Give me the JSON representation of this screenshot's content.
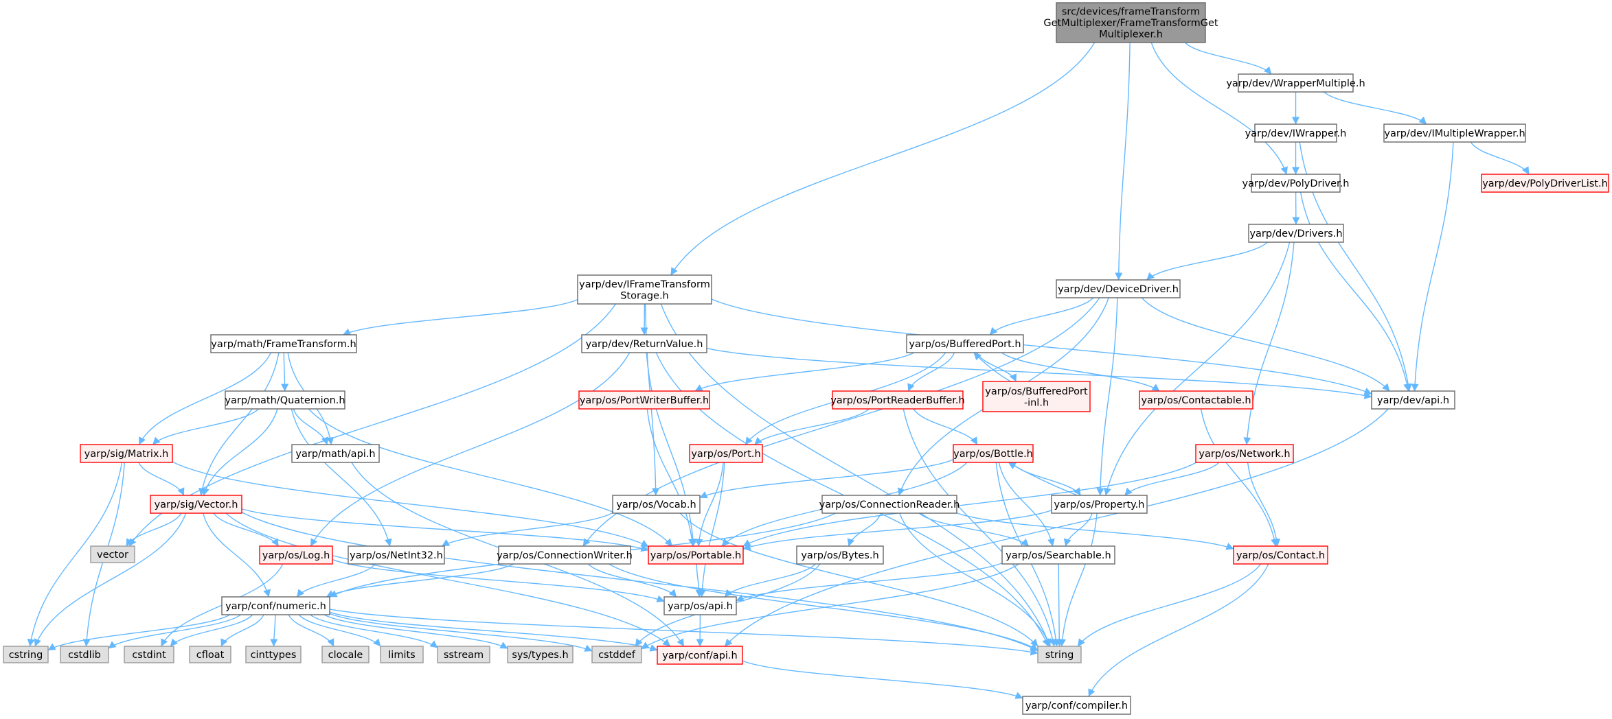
{
  "colors": {
    "edge": "#63b8ff",
    "root_fill": "#999999",
    "root_border": "#666666",
    "normal_fill": "#ffffff",
    "normal_border": "#666666",
    "truncated_fill": "#fff0f0",
    "truncated_border": "#ff0000",
    "external_fill": "#e0e0e0",
    "external_border": "#999999"
  },
  "nodes": [
    {
      "id": "root",
      "lines": [
        "src/devices/frameTransform",
        "GetMultiplexer/FrameTransformGet",
        "Multiplexer.h"
      ],
      "kind": "root"
    },
    {
      "id": "wrapper_multiple",
      "lines": [
        "yarp/dev/WrapperMultiple.h"
      ],
      "kind": "normal"
    },
    {
      "id": "iwrapper",
      "lines": [
        "yarp/dev/IWrapper.h"
      ],
      "kind": "normal"
    },
    {
      "id": "imultiple_wrapper",
      "lines": [
        "yarp/dev/IMultipleWrapper.h"
      ],
      "kind": "normal"
    },
    {
      "id": "polydriverlist",
      "lines": [
        "yarp/dev/PolyDriverList.h"
      ],
      "kind": "truncated"
    },
    {
      "id": "polydriver",
      "lines": [
        "yarp/dev/PolyDriver.h"
      ],
      "kind": "normal"
    },
    {
      "id": "drivers",
      "lines": [
        "yarp/dev/Drivers.h"
      ],
      "kind": "normal"
    },
    {
      "id": "iframe_storage",
      "lines": [
        "yarp/dev/IFrameTransform",
        "Storage.h"
      ],
      "kind": "normal"
    },
    {
      "id": "devicedriver",
      "lines": [
        "yarp/dev/DeviceDriver.h"
      ],
      "kind": "normal"
    },
    {
      "id": "frametransform",
      "lines": [
        "yarp/math/FrameTransform.h"
      ],
      "kind": "normal"
    },
    {
      "id": "returnvalue",
      "lines": [
        "yarp/dev/ReturnValue.h"
      ],
      "kind": "normal"
    },
    {
      "id": "bufferedport",
      "lines": [
        "yarp/os/BufferedPort.h"
      ],
      "kind": "normal"
    },
    {
      "id": "bufferedport_inl",
      "lines": [
        "yarp/os/BufferedPort",
        "-inl.h"
      ],
      "kind": "truncated"
    },
    {
      "id": "quaternion",
      "lines": [
        "yarp/math/Quaternion.h"
      ],
      "kind": "normal"
    },
    {
      "id": "portwriterbuffer",
      "lines": [
        "yarp/os/PortWriterBuffer.h"
      ],
      "kind": "truncated"
    },
    {
      "id": "portreaderbuffer",
      "lines": [
        "yarp/os/PortReaderBuffer.h"
      ],
      "kind": "truncated"
    },
    {
      "id": "contactable",
      "lines": [
        "yarp/os/Contactable.h"
      ],
      "kind": "truncated"
    },
    {
      "id": "dev_api",
      "lines": [
        "yarp/dev/api.h"
      ],
      "kind": "normal"
    },
    {
      "id": "matrix",
      "lines": [
        "yarp/sig/Matrix.h"
      ],
      "kind": "truncated"
    },
    {
      "id": "math_api",
      "lines": [
        "yarp/math/api.h"
      ],
      "kind": "normal"
    },
    {
      "id": "port",
      "lines": [
        "yarp/os/Port.h"
      ],
      "kind": "truncated"
    },
    {
      "id": "bottle",
      "lines": [
        "yarp/os/Bottle.h"
      ],
      "kind": "truncated"
    },
    {
      "id": "network",
      "lines": [
        "yarp/os/Network.h"
      ],
      "kind": "truncated"
    },
    {
      "id": "vector_h",
      "lines": [
        "yarp/sig/Vector.h"
      ],
      "kind": "truncated"
    },
    {
      "id": "vocab",
      "lines": [
        "yarp/os/Vocab.h"
      ],
      "kind": "normal"
    },
    {
      "id": "connectionreader",
      "lines": [
        "yarp/os/ConnectionReader.h"
      ],
      "kind": "normal"
    },
    {
      "id": "property",
      "lines": [
        "yarp/os/Property.h"
      ],
      "kind": "normal"
    },
    {
      "id": "vector_std",
      "lines": [
        "vector"
      ],
      "kind": "external"
    },
    {
      "id": "log",
      "lines": [
        "yarp/os/Log.h"
      ],
      "kind": "truncated"
    },
    {
      "id": "netint32",
      "lines": [
        "yarp/os/NetInt32.h"
      ],
      "kind": "normal"
    },
    {
      "id": "connectionwriter",
      "lines": [
        "yarp/os/ConnectionWriter.h"
      ],
      "kind": "normal"
    },
    {
      "id": "portable",
      "lines": [
        "yarp/os/Portable.h"
      ],
      "kind": "truncated"
    },
    {
      "id": "bytes",
      "lines": [
        "yarp/os/Bytes.h"
      ],
      "kind": "normal"
    },
    {
      "id": "searchable",
      "lines": [
        "yarp/os/Searchable.h"
      ],
      "kind": "normal"
    },
    {
      "id": "contact",
      "lines": [
        "yarp/os/Contact.h"
      ],
      "kind": "truncated"
    },
    {
      "id": "numeric",
      "lines": [
        "yarp/conf/numeric.h"
      ],
      "kind": "normal"
    },
    {
      "id": "os_api",
      "lines": [
        "yarp/os/api.h"
      ],
      "kind": "normal"
    },
    {
      "id": "cstring",
      "lines": [
        "cstring"
      ],
      "kind": "external"
    },
    {
      "id": "cstdlib",
      "lines": [
        "cstdlib"
      ],
      "kind": "external"
    },
    {
      "id": "cstdint",
      "lines": [
        "cstdint"
      ],
      "kind": "external"
    },
    {
      "id": "cfloat",
      "lines": [
        "cfloat"
      ],
      "kind": "external"
    },
    {
      "id": "cinttypes",
      "lines": [
        "cinttypes"
      ],
      "kind": "external"
    },
    {
      "id": "clocale",
      "lines": [
        "clocale"
      ],
      "kind": "external"
    },
    {
      "id": "limits",
      "lines": [
        "limits"
      ],
      "kind": "external"
    },
    {
      "id": "sstream",
      "lines": [
        "sstream"
      ],
      "kind": "external"
    },
    {
      "id": "systypes",
      "lines": [
        "sys/types.h"
      ],
      "kind": "external"
    },
    {
      "id": "cstddef",
      "lines": [
        "cstddef"
      ],
      "kind": "external"
    },
    {
      "id": "conf_api",
      "lines": [
        "yarp/conf/api.h"
      ],
      "kind": "truncated"
    },
    {
      "id": "string",
      "lines": [
        "string"
      ],
      "kind": "external"
    },
    {
      "id": "compiler",
      "lines": [
        "yarp/conf/compiler.h"
      ],
      "kind": "normal"
    }
  ],
  "edges": [
    [
      "root",
      "iframe_storage"
    ],
    [
      "root",
      "devicedriver"
    ],
    [
      "root",
      "polydriver"
    ],
    [
      "root",
      "wrapper_multiple"
    ],
    [
      "wrapper_multiple",
      "iwrapper"
    ],
    [
      "wrapper_multiple",
      "imultiple_wrapper"
    ],
    [
      "iwrapper",
      "polydriver"
    ],
    [
      "iwrapper",
      "dev_api"
    ],
    [
      "imultiple_wrapper",
      "polydriverlist"
    ],
    [
      "imultiple_wrapper",
      "dev_api"
    ],
    [
      "polydriver",
      "drivers"
    ],
    [
      "polydriver",
      "dev_api"
    ],
    [
      "drivers",
      "devicedriver"
    ],
    [
      "drivers",
      "network"
    ],
    [
      "drivers",
      "property"
    ],
    [
      "devicedriver",
      "bufferedport"
    ],
    [
      "devicedriver",
      "dev_api"
    ],
    [
      "devicedriver",
      "property"
    ],
    [
      "devicedriver",
      "connectionreader"
    ],
    [
      "devicedriver",
      "connectionwriter"
    ],
    [
      "iframe_storage",
      "frametransform"
    ],
    [
      "iframe_storage",
      "returnvalue"
    ],
    [
      "iframe_storage",
      "vocab"
    ],
    [
      "iframe_storage",
      "dev_api"
    ],
    [
      "iframe_storage",
      "vector_std"
    ],
    [
      "iframe_storage",
      "string"
    ],
    [
      "frametransform",
      "quaternion"
    ],
    [
      "frametransform",
      "matrix"
    ],
    [
      "frametransform",
      "vector_h"
    ],
    [
      "frametransform",
      "math_api"
    ],
    [
      "returnvalue",
      "log"
    ],
    [
      "returnvalue",
      "portable"
    ],
    [
      "returnvalue",
      "dev_api"
    ],
    [
      "returnvalue",
      "string"
    ],
    [
      "bufferedport",
      "bufferedport_inl"
    ],
    [
      "bufferedport_inl",
      "bufferedport"
    ],
    [
      "bufferedport",
      "portwriterbuffer"
    ],
    [
      "bufferedport",
      "portreaderbuffer"
    ],
    [
      "bufferedport",
      "contactable"
    ],
    [
      "bufferedport",
      "port"
    ],
    [
      "portwriterbuffer",
      "portable"
    ],
    [
      "portreaderbuffer",
      "port"
    ],
    [
      "portreaderbuffer",
      "bottle"
    ],
    [
      "portreaderbuffer",
      "string"
    ],
    [
      "contactable",
      "contact"
    ],
    [
      "quaternion",
      "matrix"
    ],
    [
      "quaternion",
      "vector_h"
    ],
    [
      "quaternion",
      "math_api"
    ],
    [
      "quaternion",
      "portable"
    ],
    [
      "quaternion",
      "netint32"
    ],
    [
      "matrix",
      "vector_h"
    ],
    [
      "matrix",
      "portable"
    ],
    [
      "matrix",
      "cstring"
    ],
    [
      "matrix",
      "cstdlib"
    ],
    [
      "math_api",
      "conf_api"
    ],
    [
      "port",
      "portable"
    ],
    [
      "port",
      "os_api"
    ],
    [
      "bottle",
      "vocab"
    ],
    [
      "bottle",
      "portable"
    ],
    [
      "bottle",
      "property"
    ],
    [
      "property",
      "bottle"
    ],
    [
      "bottle",
      "searchable"
    ],
    [
      "bottle",
      "string"
    ],
    [
      "network",
      "property"
    ],
    [
      "network",
      "contact"
    ],
    [
      "network",
      "portable"
    ],
    [
      "vector_h",
      "vector_std"
    ],
    [
      "vector_h",
      "log"
    ],
    [
      "vector_h",
      "portable"
    ],
    [
      "vector_h",
      "numeric"
    ],
    [
      "vector_h",
      "string"
    ],
    [
      "vector_h",
      "cstring"
    ],
    [
      "vector_h",
      "conf_api"
    ],
    [
      "vocab",
      "netint32"
    ],
    [
      "vocab",
      "string"
    ],
    [
      "connectionreader",
      "bytes"
    ],
    [
      "connectionreader",
      "searchable"
    ],
    [
      "connectionreader",
      "contact"
    ],
    [
      "connectionreader",
      "numeric"
    ],
    [
      "connectionreader",
      "string"
    ],
    [
      "property",
      "portable"
    ],
    [
      "property",
      "searchable"
    ],
    [
      "property",
      "string"
    ],
    [
      "log",
      "os_api"
    ],
    [
      "log",
      "cstdint"
    ],
    [
      "netint32",
      "numeric"
    ],
    [
      "connectionwriter",
      "os_api"
    ],
    [
      "connectionwriter",
      "numeric"
    ],
    [
      "connectionwriter",
      "string"
    ],
    [
      "portable",
      "os_api"
    ],
    [
      "bytes",
      "os_api"
    ],
    [
      "bytes",
      "cstddef"
    ],
    [
      "searchable",
      "os_api"
    ],
    [
      "searchable",
      "string"
    ],
    [
      "searchable",
      "cstddef"
    ],
    [
      "contact",
      "string"
    ],
    [
      "contact",
      "compiler"
    ],
    [
      "numeric",
      "cstring"
    ],
    [
      "numeric",
      "cstdlib"
    ],
    [
      "numeric",
      "cstdint"
    ],
    [
      "numeric",
      "cfloat"
    ],
    [
      "numeric",
      "cinttypes"
    ],
    [
      "numeric",
      "clocale"
    ],
    [
      "numeric",
      "limits"
    ],
    [
      "numeric",
      "sstream"
    ],
    [
      "numeric",
      "systypes"
    ],
    [
      "numeric",
      "cstddef"
    ],
    [
      "numeric",
      "conf_api"
    ],
    [
      "numeric",
      "string"
    ],
    [
      "os_api",
      "conf_api"
    ],
    [
      "dev_api",
      "conf_api"
    ],
    [
      "conf_api",
      "compiler"
    ]
  ]
}
